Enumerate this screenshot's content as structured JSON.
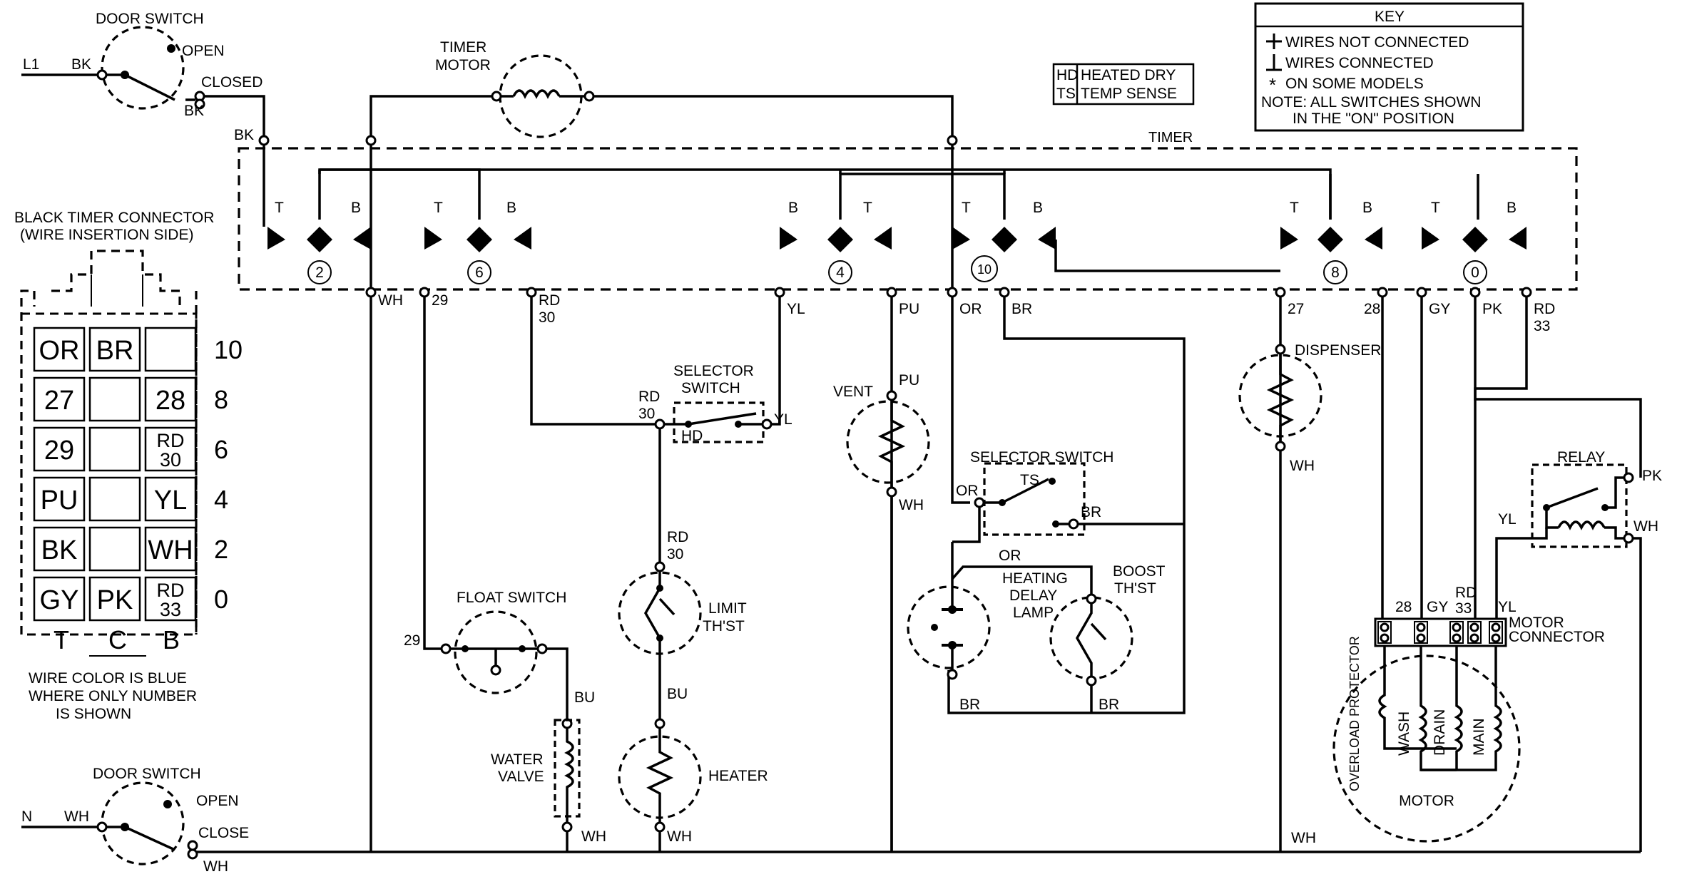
{
  "key": {
    "title": "KEY",
    "lines": [
      "WIRES NOT CONNECTED",
      "WIRES CONNECTED",
      "ON SOME MODELS",
      "NOTE: ALL SWITCHES SHOWN",
      "IN THE \"ON\" POSITION"
    ]
  },
  "legend": {
    "hd": "HD",
    "hd_text": "HEATED DRY",
    "ts": "TS",
    "ts_text": "TEMP SENSE"
  },
  "timer": {
    "title": "TIMER",
    "cams": [
      "2",
      "6",
      "4",
      "10",
      "8",
      "0"
    ],
    "t": "T",
    "b": "B"
  },
  "connector": {
    "title1": "BLACK TIMER CONNECTOR",
    "title2": "(WIRE INSERTION SIDE)",
    "rows": [
      {
        "cells": [
          "OR",
          "BR",
          ""
        ],
        "num": "10"
      },
      {
        "cells": [
          "27",
          "",
          "28"
        ],
        "num": "8"
      },
      {
        "cells": [
          "29",
          "",
          "RD\n30"
        ],
        "num": "6"
      },
      {
        "cells": [
          "PU",
          "",
          "YL"
        ],
        "num": "4"
      },
      {
        "cells": [
          "BK",
          "",
          "WH"
        ],
        "num": "2"
      },
      {
        "cells": [
          "GY",
          "PK",
          "RD\n33"
        ],
        "num": "0"
      }
    ],
    "cols": [
      "T",
      "C",
      "B"
    ],
    "note": [
      "WIRE COLOR IS BLUE",
      "WHERE ONLY NUMBER",
      "IS SHOWN"
    ]
  },
  "components": {
    "door_switch_top": {
      "title": "DOOR SWITCH",
      "open": "OPEN",
      "closed": "CLOSED",
      "line": "L1",
      "wire_in": "BK",
      "wire_out": "BK"
    },
    "door_switch_bottom": {
      "title": "DOOR SWITCH",
      "open": "OPEN",
      "closed": "CLOSE",
      "line": "N",
      "wire_in": "WH",
      "wire_out": "WH"
    },
    "timer_motor": {
      "title1": "TIMER",
      "title2": "MOTOR"
    },
    "selector_hd": {
      "title1": "SELECTOR",
      "title2": "SWITCH",
      "hd": "HD"
    },
    "selector_ts": {
      "title": "SELECTOR SWITCH",
      "ts": "TS"
    },
    "vent": "VENT",
    "float_switch": "FLOAT SWITCH",
    "water_valve": {
      "l1": "WATER",
      "l2": "VALVE"
    },
    "limit": {
      "l1": "LIMIT",
      "l2": "TH'ST"
    },
    "heater": "HEATER",
    "heating_delay": {
      "l0": "OR",
      "l1": "HEATING",
      "l2": "DELAY",
      "l3": "LAMP"
    },
    "boost": {
      "l1": "BOOST",
      "l2": "TH'ST"
    },
    "dispenser": "DISPENSER",
    "relay": "RELAY",
    "motor_connector": {
      "l1": "MOTOR",
      "l2": "CONNECTOR"
    },
    "motor": {
      "title": "MOTOR",
      "windings": [
        "OVERLOAD PROTECTOR",
        "WASH",
        "DRAIN",
        "MAIN"
      ]
    }
  },
  "wires": {
    "bk": "BK",
    "wh": "WH",
    "n29": "29",
    "rd": "RD",
    "n30": "30",
    "yl": "YL",
    "pu": "PU",
    "or": "OR",
    "br": "BR",
    "n27": "27",
    "n28": "28",
    "gy": "GY",
    "pk": "PK",
    "n33": "33",
    "bu": "BU"
  }
}
